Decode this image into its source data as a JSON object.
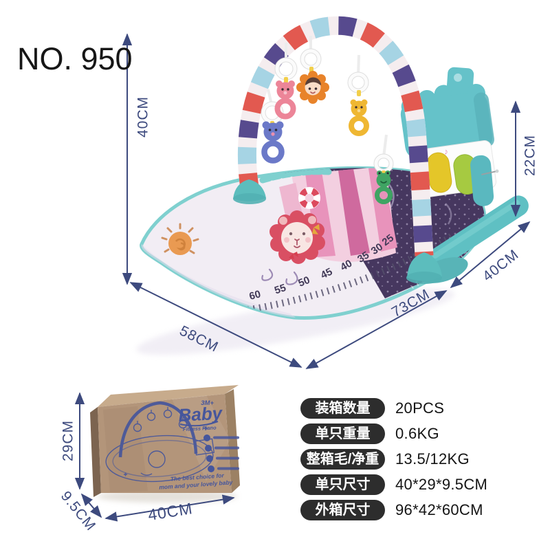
{
  "page": {
    "background": "#ffffff"
  },
  "header": {
    "product_no": "NO. 950"
  },
  "product": {
    "annotations": {
      "arch_height": "40CM",
      "piano_height": "22CM",
      "mat_front_edge": "58CM",
      "mat_long_edge": "73CM",
      "mat_side_edge": "40CM"
    },
    "mat_ruler_numbers": [
      "60",
      "55",
      "50",
      "45",
      "40",
      "35",
      "30",
      "25"
    ]
  },
  "box": {
    "annotations": {
      "height": "29CM",
      "depth": "9.5CM",
      "width": "40CM"
    },
    "print": {
      "age_badge": "3M+",
      "brand": "Baby",
      "subtitle": "Fitness Piano",
      "tagline_line1": "The best choice for",
      "tagline_line2": "mom and your lovely baby"
    }
  },
  "spec_table": {
    "rows": [
      {
        "label": "装箱数量",
        "value": "20PCS"
      },
      {
        "label": "单只重量",
        "value": "0.6KG"
      },
      {
        "label": "整箱毛/净重",
        "value": "13.5/12KG"
      },
      {
        "label": "单只尺寸",
        "value": "40*29*9.5CM"
      },
      {
        "label": "外箱尺寸",
        "value": "96*42*60CM"
      }
    ]
  },
  "icons": {
    "music_note": "♪",
    "heart": "♥"
  },
  "colors": {
    "dimension_navy": "#3d4a7e",
    "teal": "#63c1c4",
    "arch_coral": "#e25950",
    "arch_blue": "#a6d4e4",
    "arch_purple": "#574a8e",
    "mat_purple": "#46375f",
    "lion_red": "#d94f63",
    "kraft_brown": "#b3957a",
    "box_print_blue": "#46569c",
    "spec_pill": "#2d2d2d"
  }
}
